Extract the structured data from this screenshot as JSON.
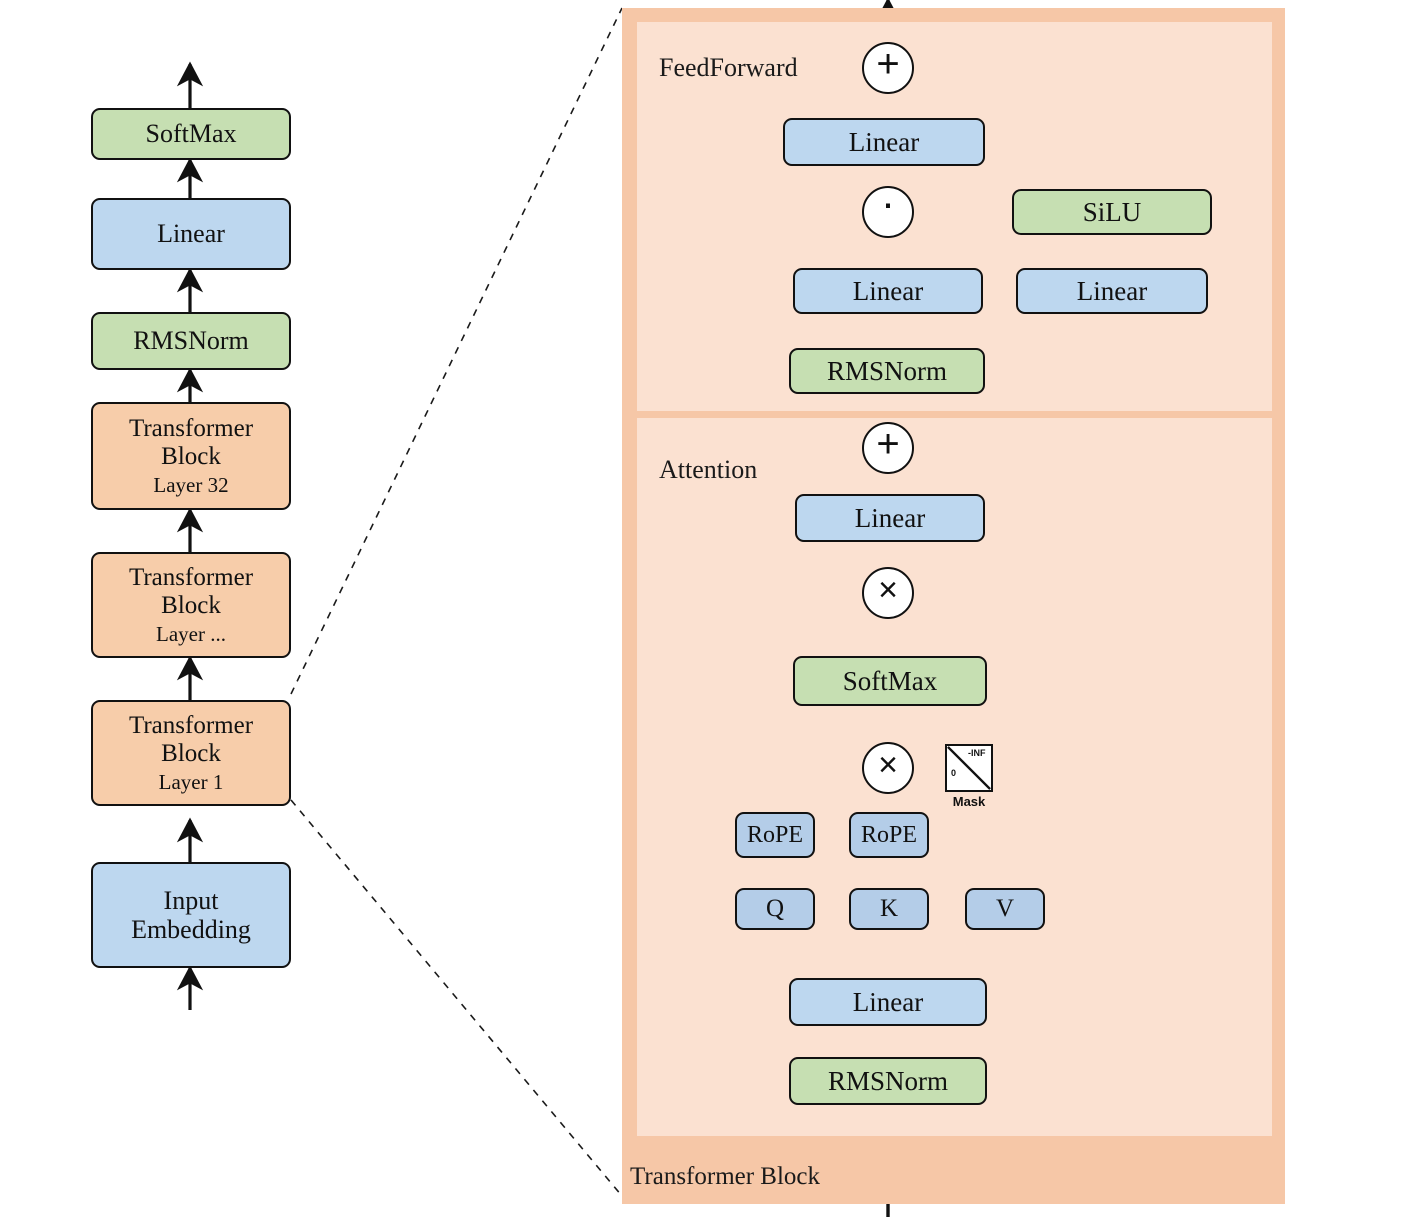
{
  "diagram": {
    "title_bottom_label": "Transformer Block",
    "colors": {
      "green": "#c6dfb2",
      "blue": "#bdd7ef",
      "blue_qkv": "#b4cde8",
      "orange": "#f7cdaa",
      "panel_outer": "#f6c7a7",
      "panel_inner": "#fbe1d1",
      "stroke": "#111111",
      "background": "#ffffff"
    }
  },
  "left_stack": {
    "nodes": [
      {
        "label": "SoftMax",
        "sub": "",
        "kind": "green"
      },
      {
        "label": "Linear",
        "sub": "",
        "kind": "blue"
      },
      {
        "label": "RMSNorm",
        "sub": "",
        "kind": "green"
      },
      {
        "label": "Transformer Block",
        "sub": "Layer 32",
        "kind": "orange"
      },
      {
        "label": "Transformer Block",
        "sub": "Layer ...",
        "kind": "orange"
      },
      {
        "label": "Transformer Block",
        "sub": "Layer 1",
        "kind": "orange"
      },
      {
        "label": "Input Embedding",
        "sub": "",
        "kind": "blue"
      }
    ]
  },
  "feedforward": {
    "section_label": "FeedForward",
    "add_op": "+",
    "mul_op": "·",
    "nodes": {
      "out_linear": "Linear",
      "silu": "SiLU",
      "gate_linear": "Linear",
      "up_linear": "Linear",
      "rmsnorm": "RMSNorm"
    }
  },
  "attention": {
    "section_label": "Attention",
    "add_op": "+",
    "matmul_op": "×",
    "nodes": {
      "out_linear": "Linear",
      "softmax": "SoftMax",
      "rope_q": "RoPE",
      "rope_k": "RoPE",
      "q": "Q",
      "k": "K",
      "v": "V",
      "qkv_linear": "Linear",
      "rmsnorm": "RMSNorm"
    },
    "mask": {
      "caption": "Mask",
      "upper_value": "-INF",
      "lower_value": "0"
    }
  }
}
